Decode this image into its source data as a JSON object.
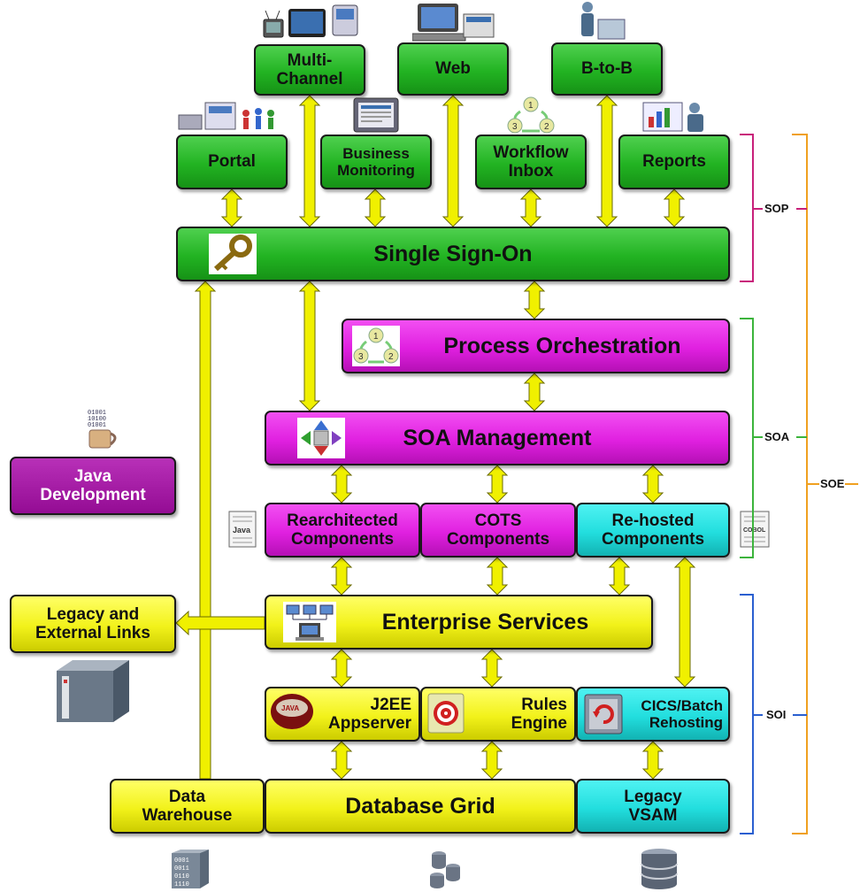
{
  "boxes": {
    "multi_channel": "Multi-\nChannel",
    "web": "Web",
    "b2b": "B-to-B",
    "portal": "Portal",
    "business_monitoring": "Business\nMonitoring",
    "workflow_inbox": "Workflow\nInbox",
    "reports": "Reports",
    "sso": "Single Sign-On",
    "process_orchestration": "Process Orchestration",
    "soa_management": "SOA Management",
    "java_development": "Java\nDevelopment",
    "rearchitected": "Rearchitected\nComponents",
    "cots": "COTS\nComponents",
    "rehosted": "Re-hosted\nComponents",
    "legacy_external": "Legacy and\nExternal Links",
    "enterprise_services": "Enterprise Services",
    "j2ee": "J2EE\nAppserver",
    "rules_engine": "Rules\nEngine",
    "cics_batch": "CICS/Batch\nRehosting",
    "data_warehouse": "Data\nWarehouse",
    "database_grid": "Database Grid",
    "legacy_vsam": "Legacy\nVSAM"
  },
  "braces": {
    "sop": "SOP",
    "soa": "SOA",
    "soi": "SOI",
    "soe": "SOE"
  },
  "icon_labels": {
    "java_doc": "Java",
    "cobol_doc": "COBOL",
    "java_cup": "JAVA",
    "binary": "01001\n10100\n01001"
  },
  "colors": {
    "green": "#22b322",
    "magenta": "#e020e0",
    "cyan": "#22dede",
    "yellow": "#f2f21a",
    "purple": "#940c94",
    "arrow_fill": "#f0f000",
    "sop_brace": "#c8207a",
    "soa_brace": "#3cb43c",
    "soi_brace": "#2a5fd0",
    "soe_brace": "#f0a020"
  }
}
